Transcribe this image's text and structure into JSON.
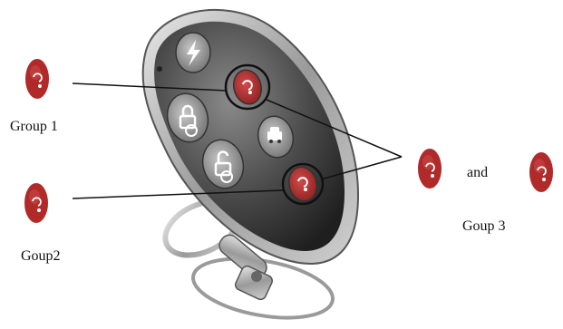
{
  "labels": {
    "group1": "Group 1",
    "group2": "Goup2",
    "group3": "Goup 3",
    "and": "and"
  },
  "icons": {
    "button": "key-button-icon",
    "flash": "lightning-icon",
    "lock": "padlock-locked-icon",
    "unlock": "padlock-unlocked-icon",
    "car": "car-icon"
  },
  "colors": {
    "button_red": "#b02a2a",
    "shell_dark": "#3a3a3a",
    "shell_mid": "#6a6a6a",
    "chrome": "#bdbdbd",
    "line": "#111111"
  }
}
